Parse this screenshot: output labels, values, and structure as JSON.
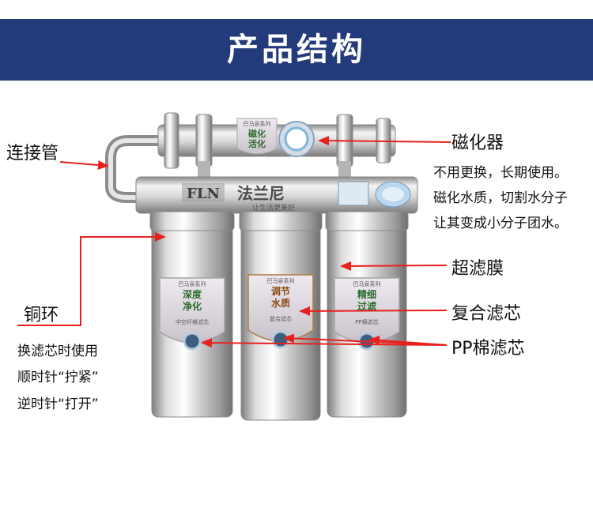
{
  "header": {
    "title": "产品结构"
  },
  "labels": {
    "connector_pipe": "连接管",
    "magnetizer": "磁化器",
    "copper_ring": "铜环",
    "uf_membrane": "超滤膜",
    "composite_filter": "复合滤芯",
    "pp_filter": "PP棉滤芯"
  },
  "descriptions": {
    "magnetizer_lines": [
      "不用更换，长期使用。",
      "磁化水质，切割水分子",
      "让其变成小分子团水。"
    ],
    "ring_lines": [
      "换滤芯时使用",
      "顺时针“拧紧”",
      "逆时针“打开”"
    ]
  },
  "product": {
    "brand": "FLN",
    "brand_cn": "法兰尼",
    "slogan": "让生活更美好",
    "series": "巴马泉系列",
    "magnetizer_badge": [
      "磁化",
      "活化"
    ],
    "canister_badges": [
      [
        "深度",
        "净化"
      ],
      [
        "调节",
        "水质"
      ],
      [
        "精细",
        "过滤"
      ]
    ],
    "canister_captions": [
      "中空纤维滤芯",
      "复合滤芯",
      "PP棉滤芯"
    ]
  },
  "colors": {
    "header_bg": "#233b7a",
    "arrow": "#e8211d",
    "steel_light": "#f2f2f2",
    "steel_dark": "#8a8a8a"
  }
}
